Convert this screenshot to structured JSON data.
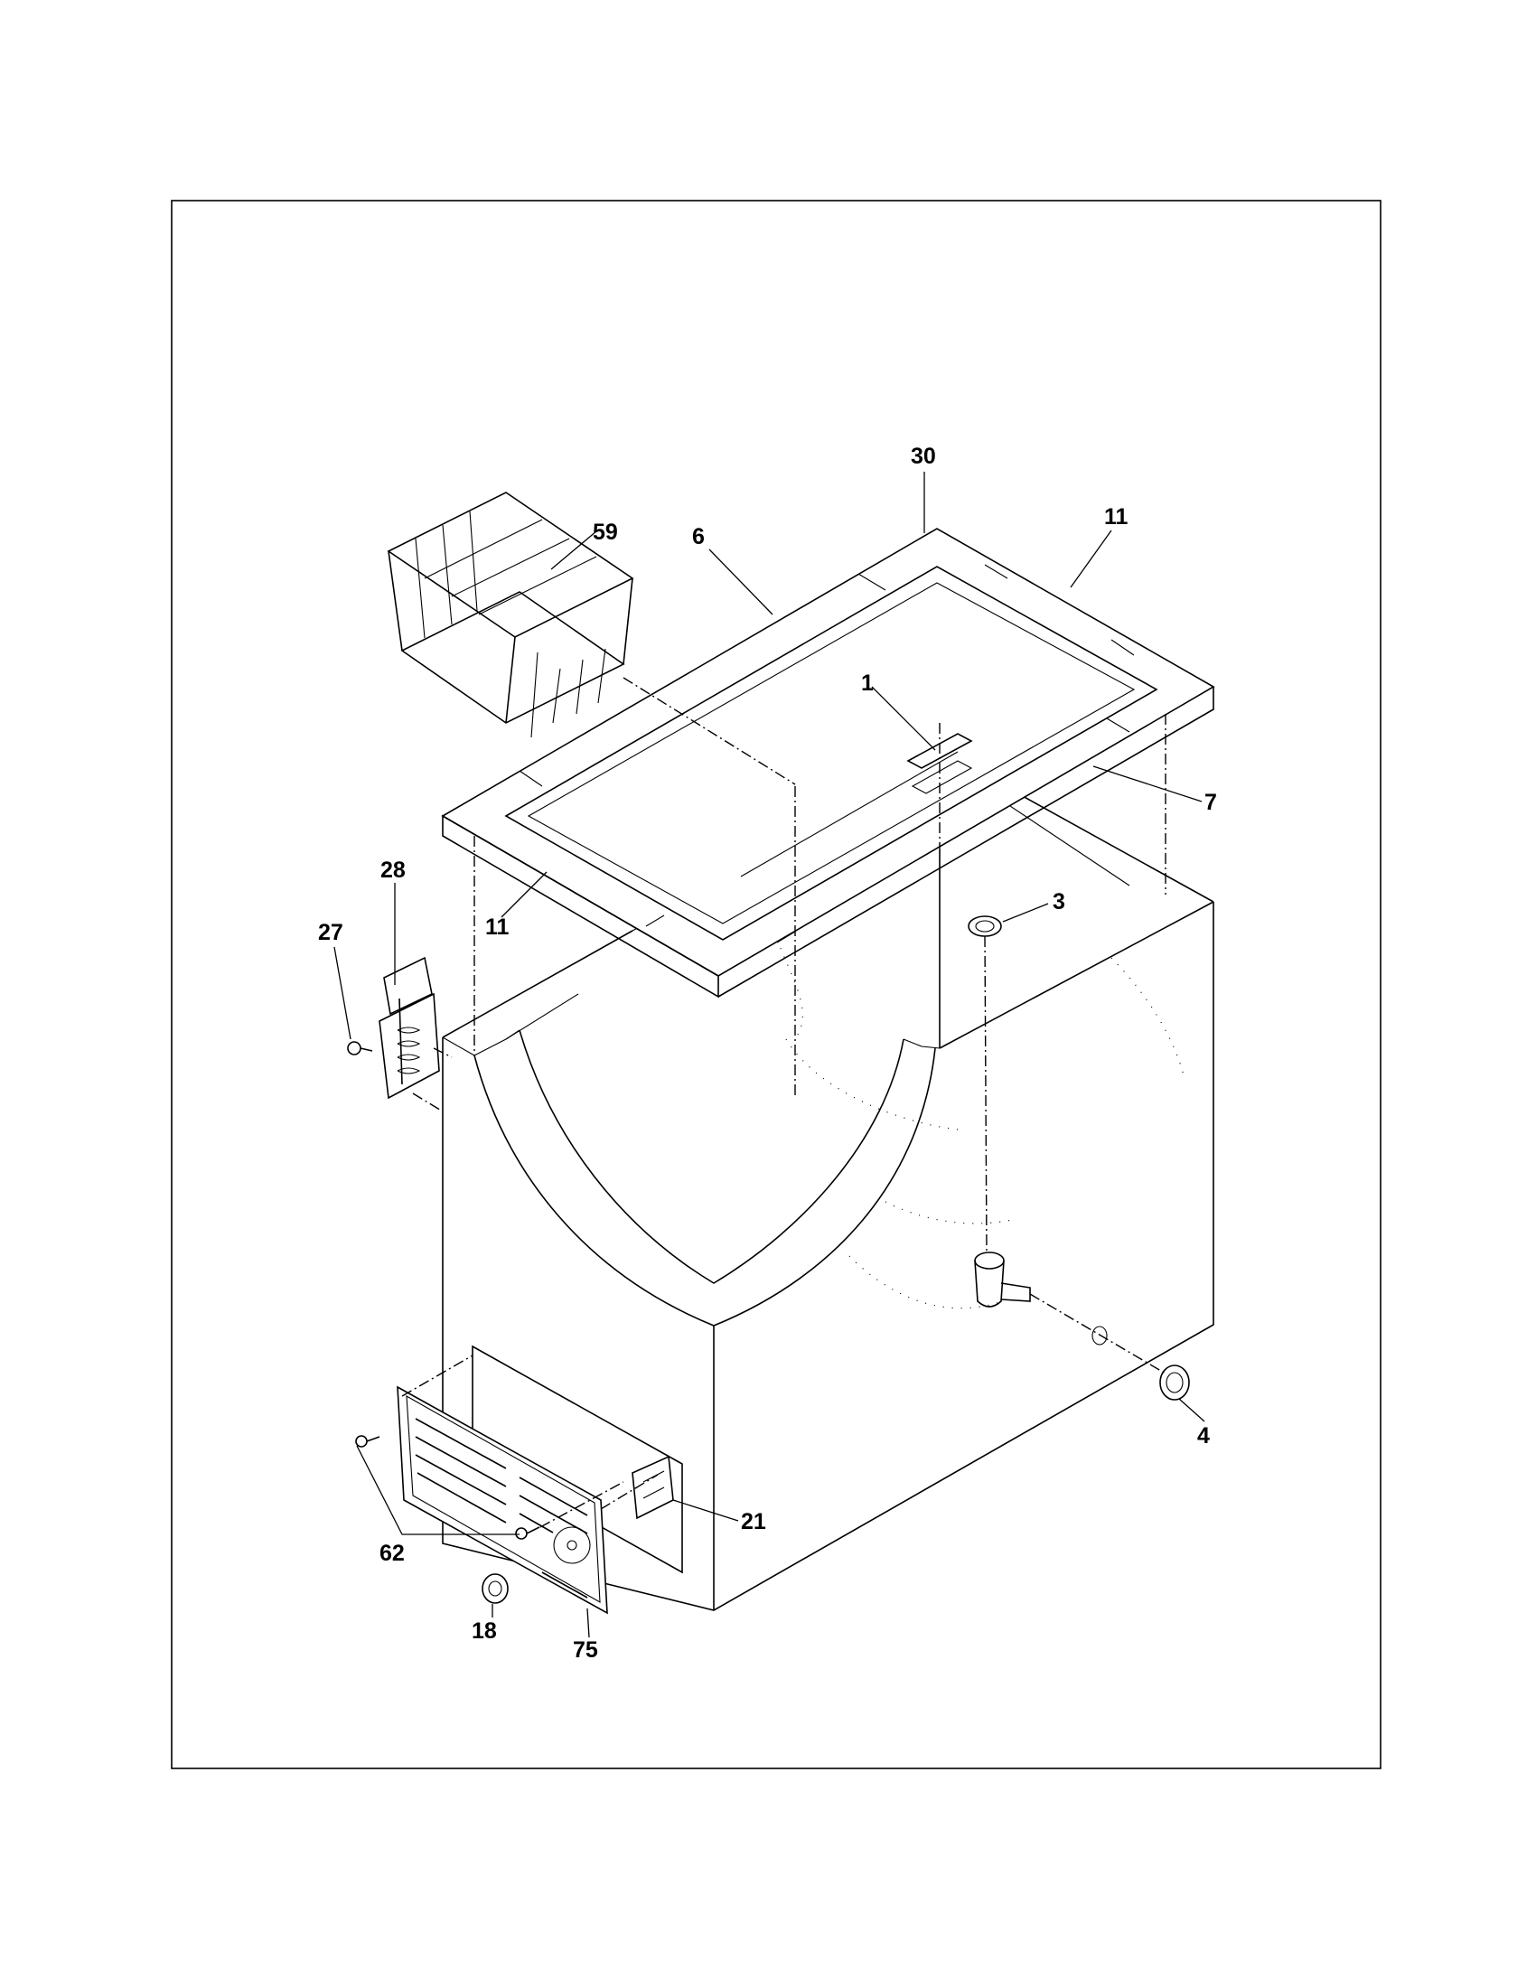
{
  "diagram": {
    "callouts": [
      {
        "id": "c30",
        "label": "30"
      },
      {
        "id": "c11a",
        "label": "11"
      },
      {
        "id": "c59",
        "label": "59"
      },
      {
        "id": "c6",
        "label": "6"
      },
      {
        "id": "c1",
        "label": "1"
      },
      {
        "id": "c7",
        "label": "7"
      },
      {
        "id": "c28",
        "label": "28"
      },
      {
        "id": "c27",
        "label": "27"
      },
      {
        "id": "c11b",
        "label": "11"
      },
      {
        "id": "c3",
        "label": "3"
      },
      {
        "id": "c4",
        "label": "4"
      },
      {
        "id": "c21",
        "label": "21"
      },
      {
        "id": "c62",
        "label": "62"
      },
      {
        "id": "c18",
        "label": "18"
      },
      {
        "id": "c75",
        "label": "75"
      }
    ]
  }
}
